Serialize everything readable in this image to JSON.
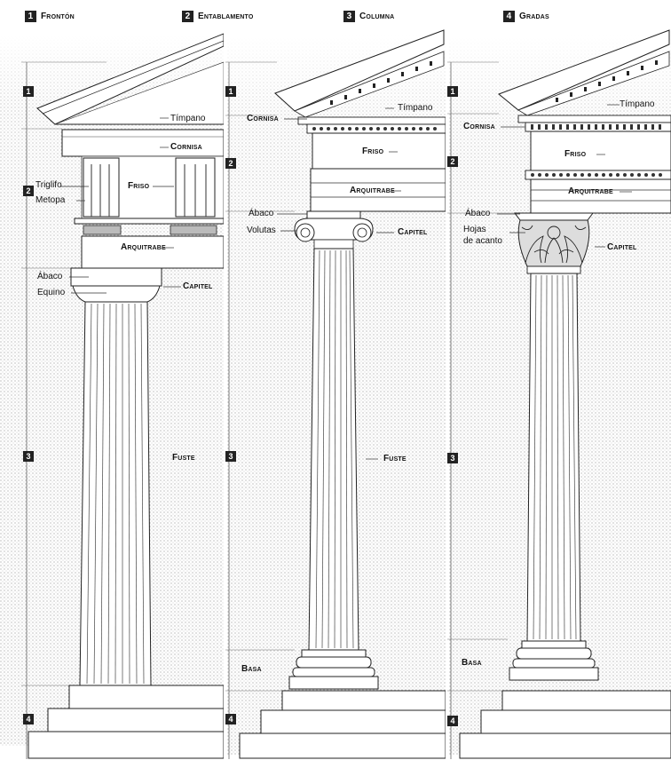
{
  "headers": [
    {
      "num": "1",
      "label": "Frontón"
    },
    {
      "num": "2",
      "label": "Entablamento"
    },
    {
      "num": "3",
      "label": "Columna"
    },
    {
      "num": "4",
      "label": "Gradas"
    }
  ],
  "panels": [
    {
      "labels": {
        "timpano": "Tímpano",
        "cornisa": "Cornisa",
        "triglifo": "Triglifo",
        "friso": "Friso",
        "metopa": "Metopa",
        "arquitrabe": "Arquitrabe",
        "abaco": "Ábaco",
        "equino": "Equino",
        "capitel": "Capitel",
        "fuste": "Fuste"
      },
      "sections": [
        "1",
        "2",
        "3",
        "4"
      ]
    },
    {
      "labels": {
        "timpano": "Tímpano",
        "cornisa": "Cornisa",
        "friso": "Friso",
        "arquitrabe": "Arquitrabe",
        "abaco": "Ábaco",
        "volutas": "Volutas",
        "capitel": "Capitel",
        "fuste": "Fuste",
        "basa": "Basa"
      },
      "sections": [
        "1",
        "2",
        "3",
        "4"
      ]
    },
    {
      "labels": {
        "timpano": "Tímpano",
        "cornisa": "Cornisa",
        "friso": "Friso",
        "arquitrabe": "Arquitrabe",
        "abaco": "Ábaco",
        "hojas": "Hojas",
        "acanto": "de acanto",
        "capitel": "Capitel",
        "basa": "Basa"
      },
      "sections": [
        "1",
        "2",
        "3",
        "4"
      ]
    }
  ]
}
